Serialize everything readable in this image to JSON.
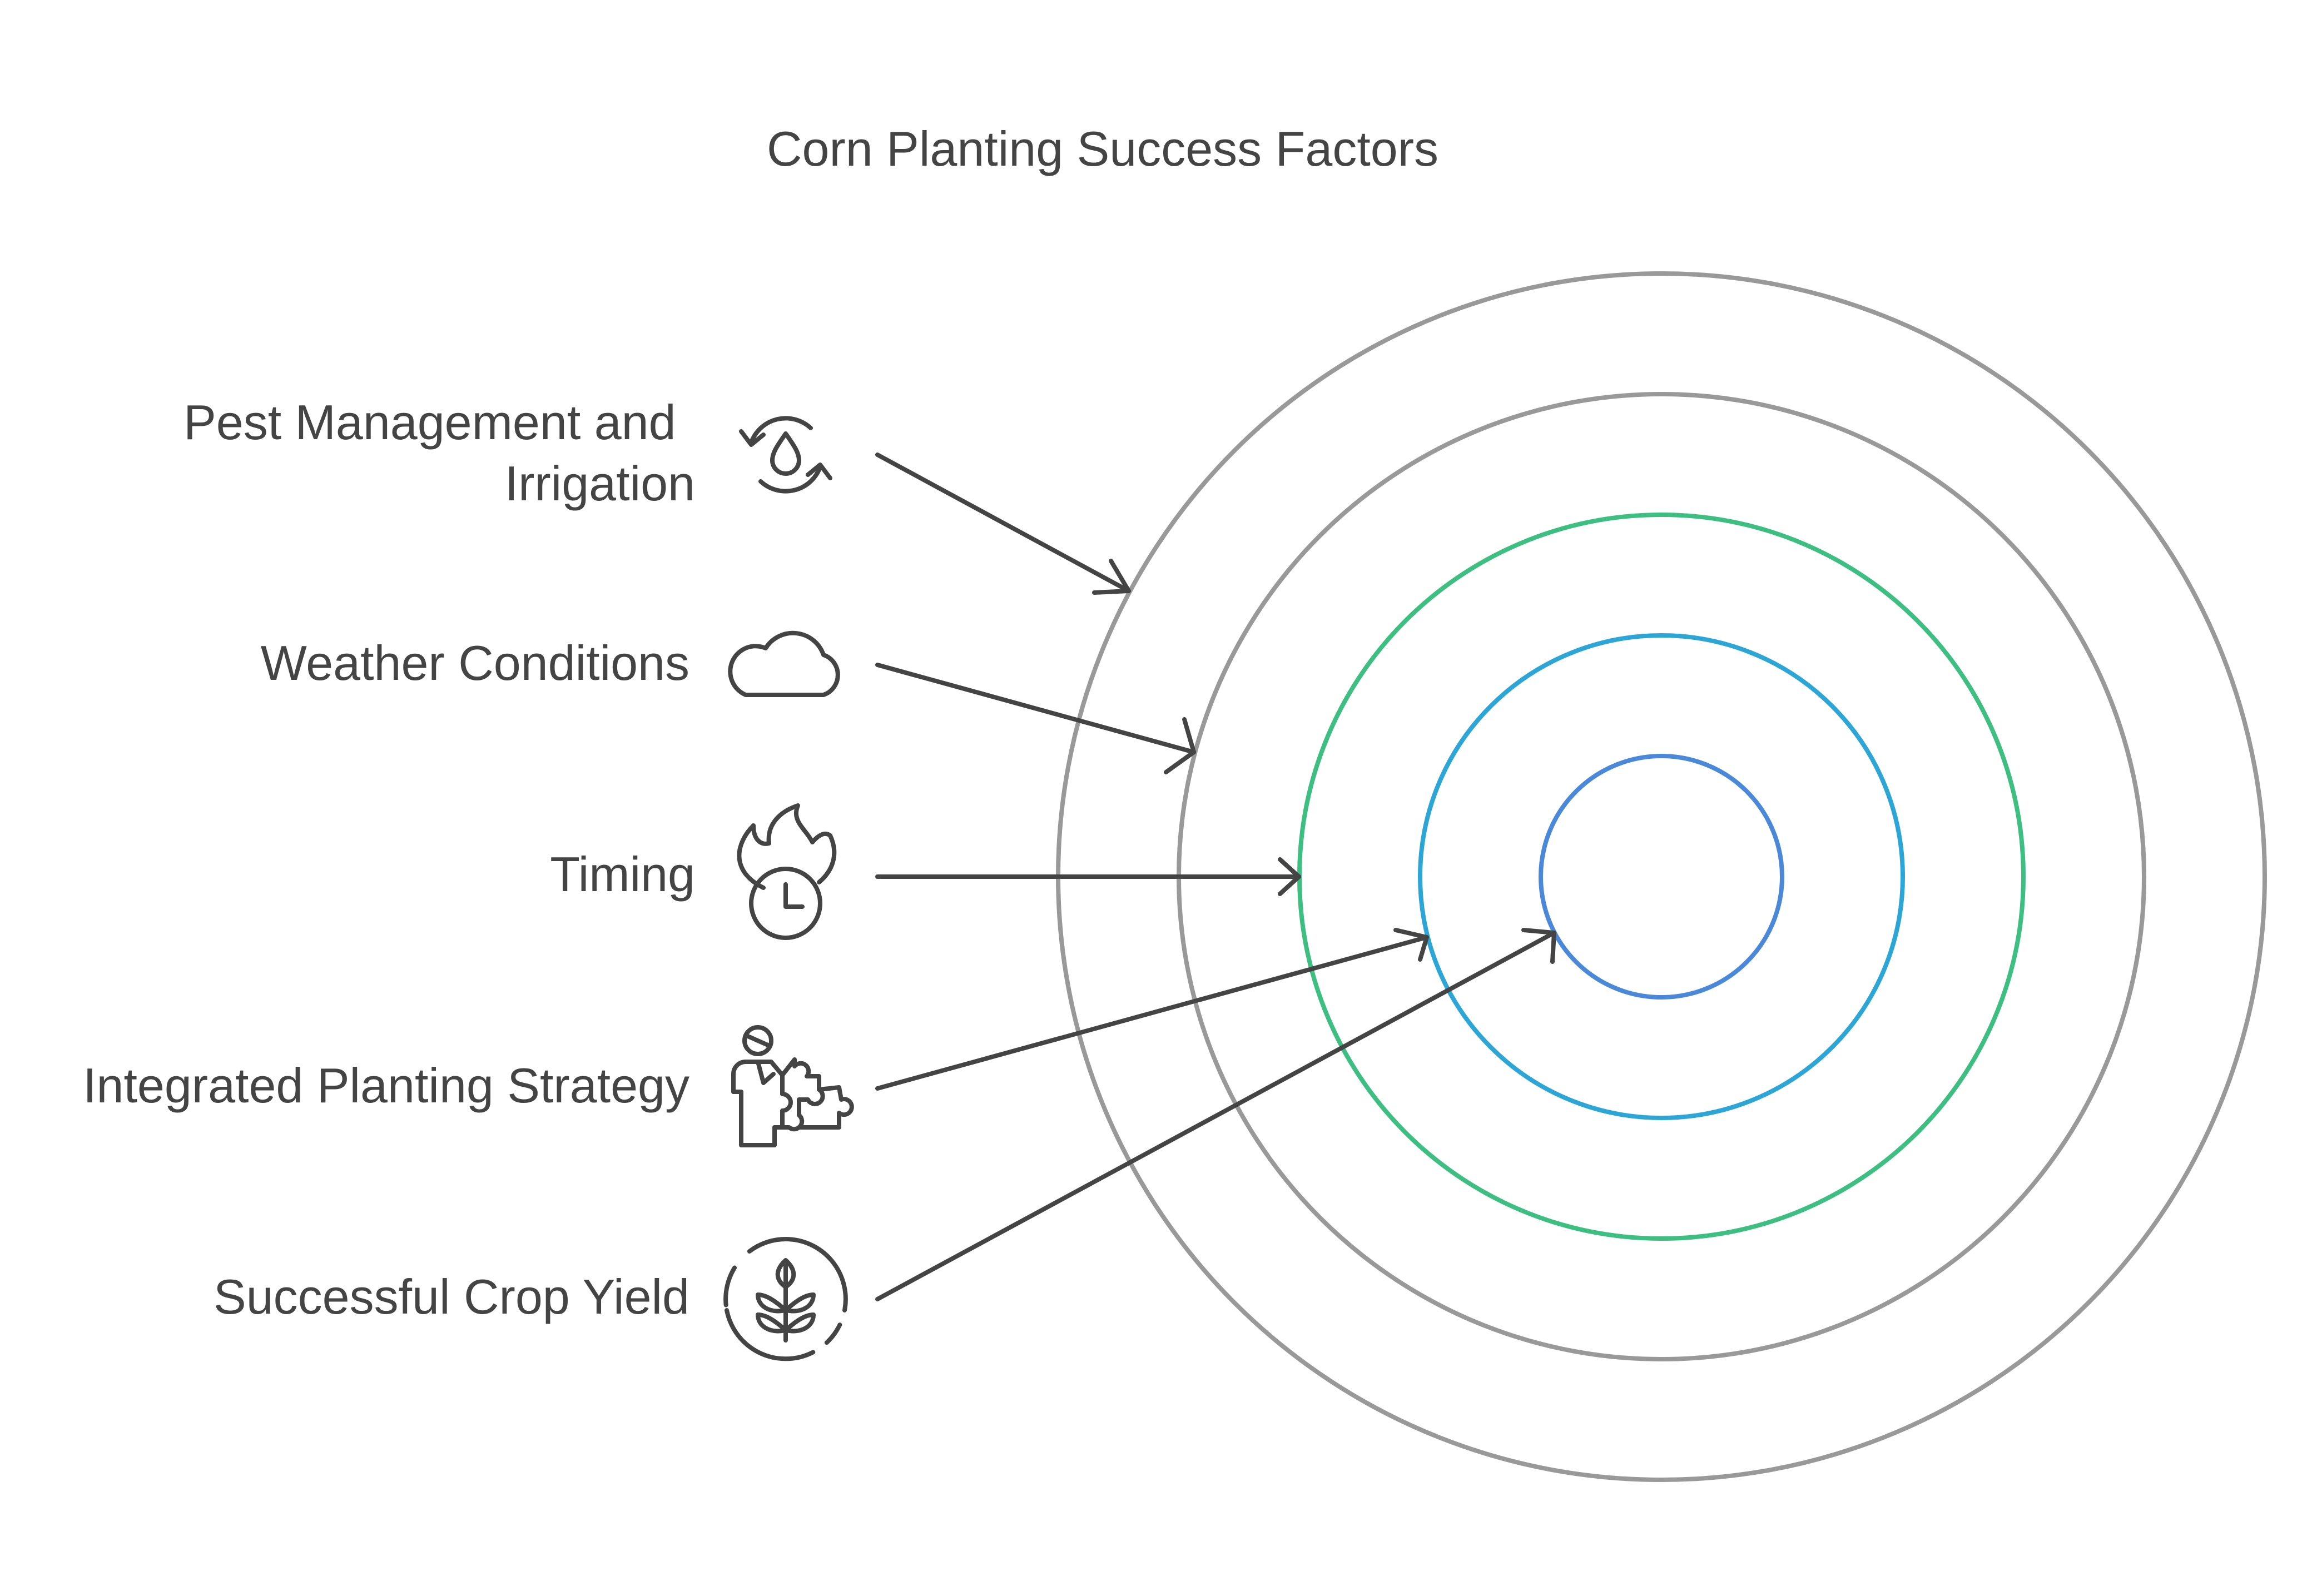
{
  "title": "Corn Planting Success Factors",
  "factors": [
    {
      "label_lines": [
        "Pest Management and",
        "Irrigation"
      ],
      "icon": "water-cycle-icon"
    },
    {
      "label_lines": [
        "Weather Conditions"
      ],
      "icon": "cloud-icon"
    },
    {
      "label_lines": [
        "Timing"
      ],
      "icon": "clock-fire-icon"
    },
    {
      "label_lines": [
        "Integrated Planting Strategy"
      ],
      "icon": "person-puzzle-icon"
    },
    {
      "label_lines": [
        "Successful Crop Yield"
      ],
      "icon": "wheat-icon"
    }
  ],
  "ring_colors": [
    "#999999",
    "#999999",
    "#3dbf82",
    "#2ba6d6",
    "#4a88d9"
  ],
  "text_color": "#444444"
}
